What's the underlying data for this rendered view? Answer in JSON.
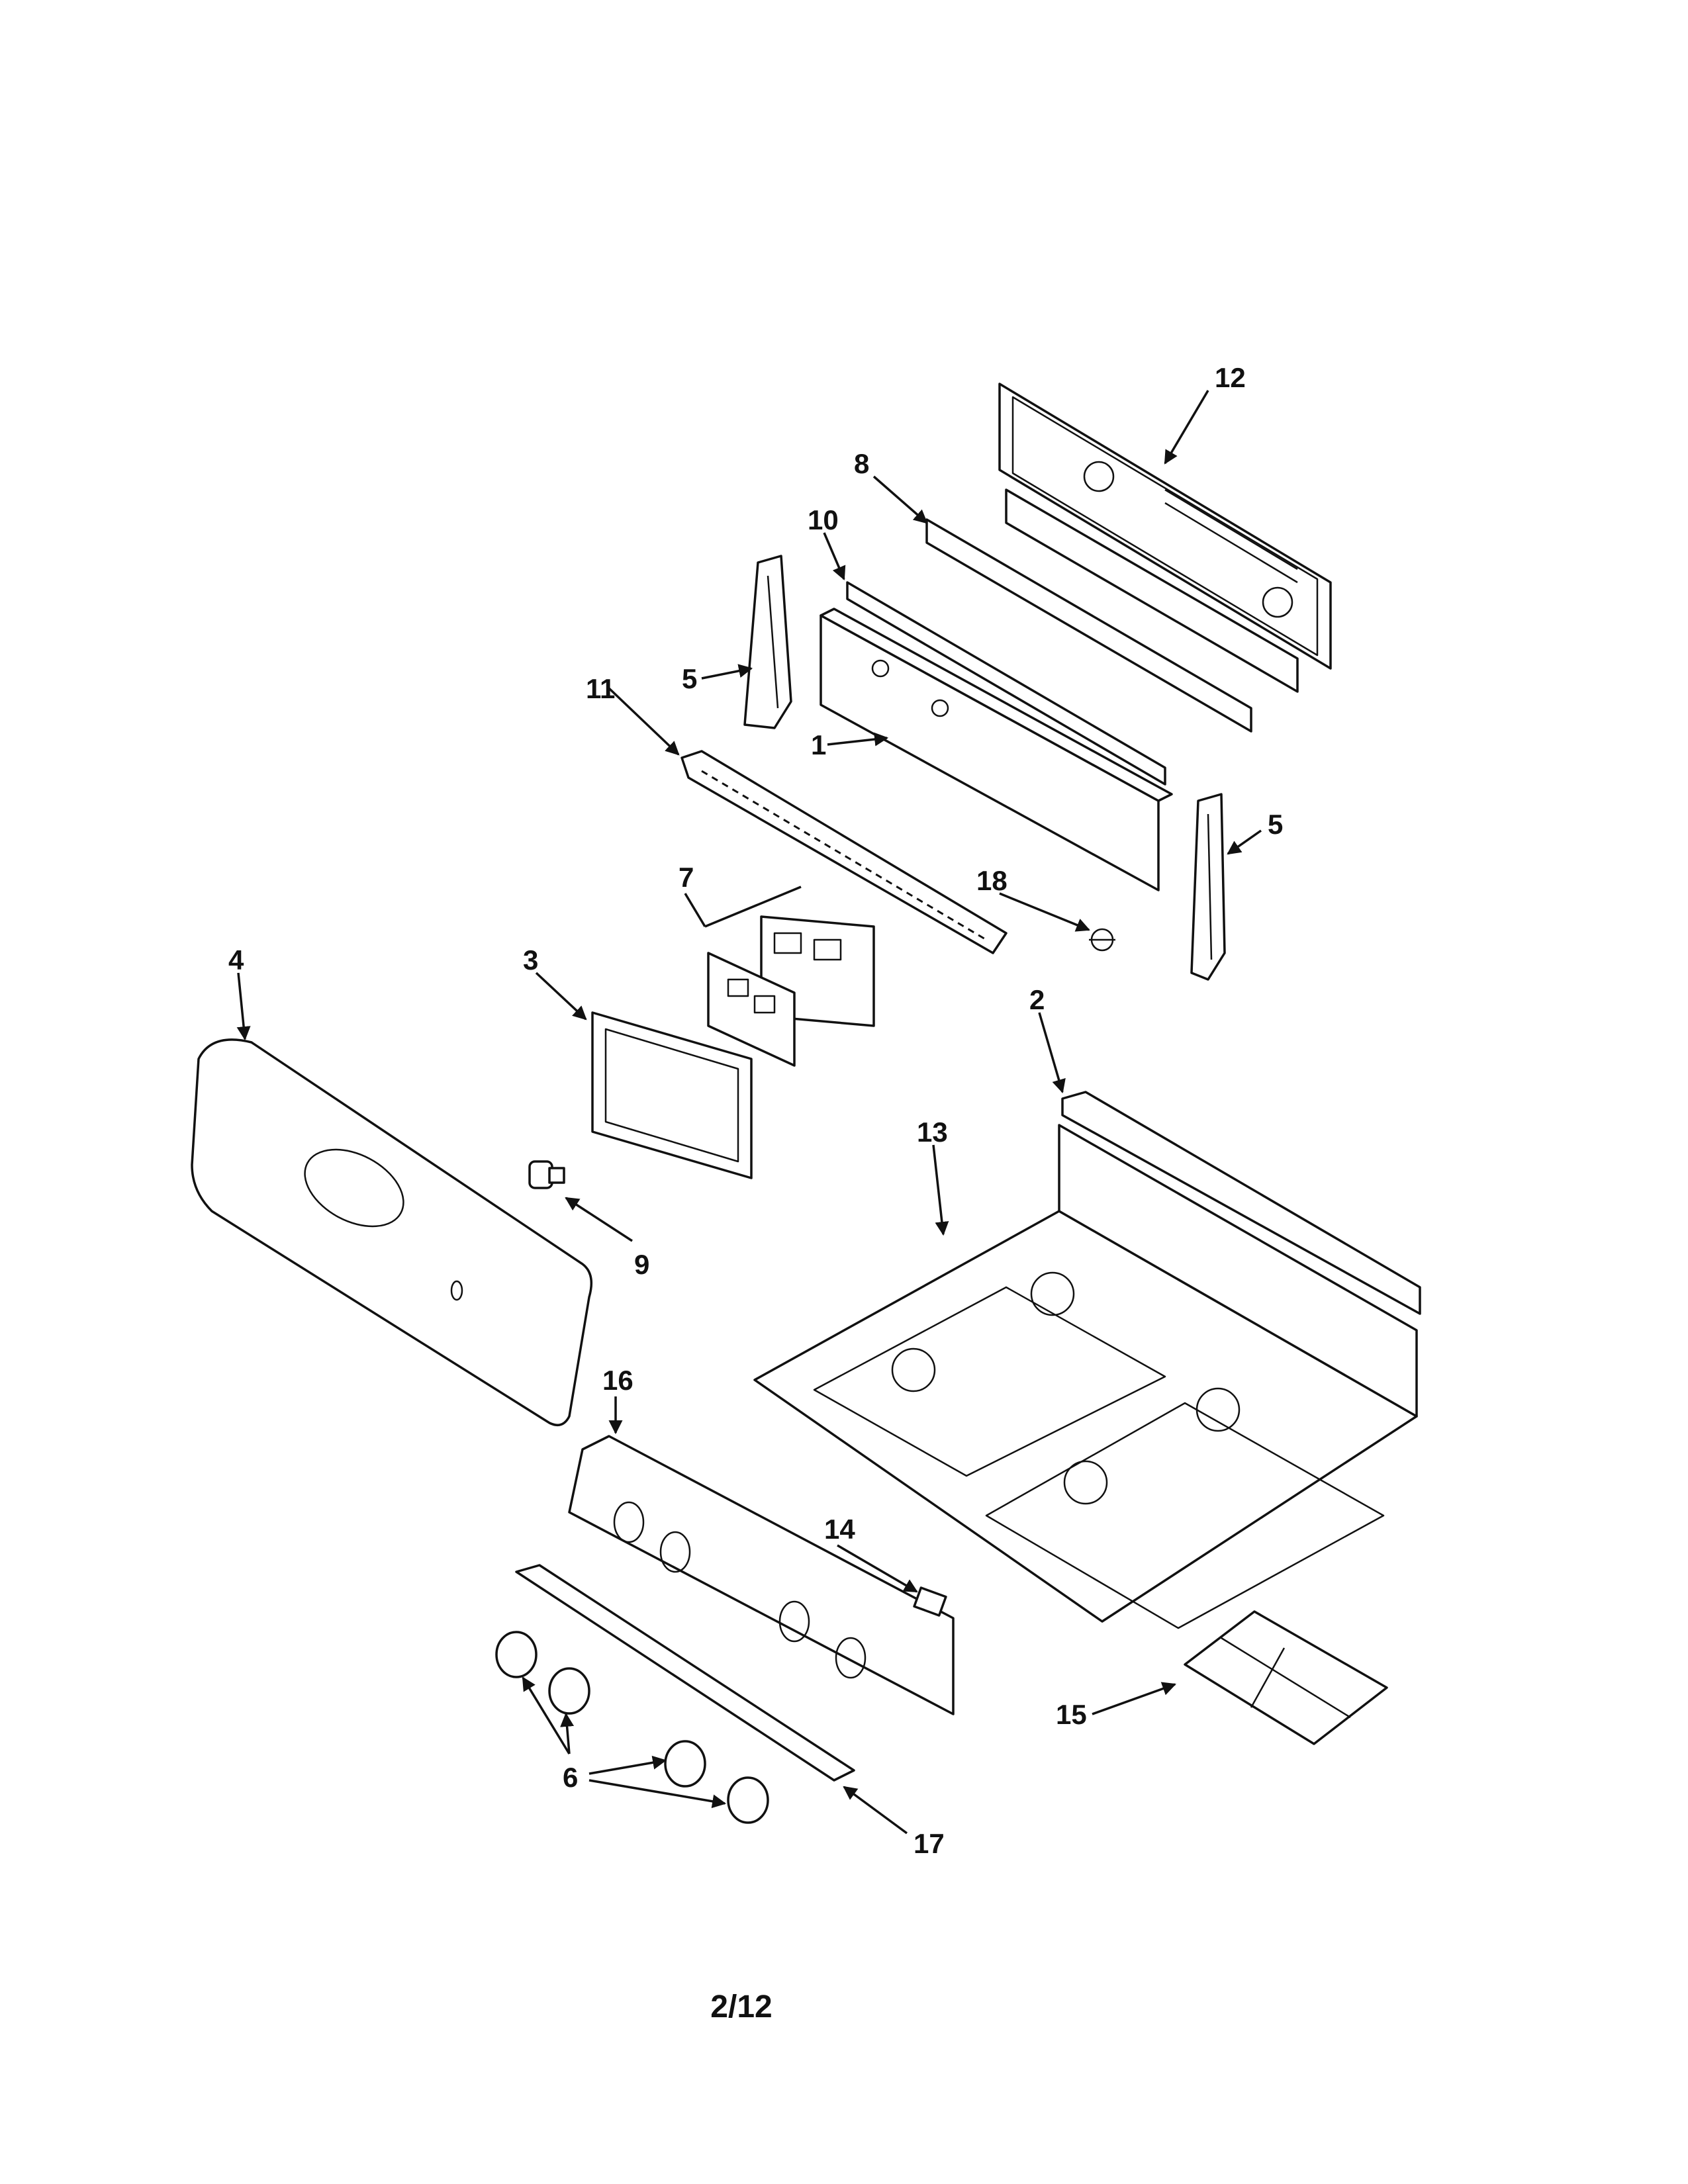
{
  "callouts": {
    "c1": "1",
    "c2": "2",
    "c3": "3",
    "c4": "4",
    "c5a": "5",
    "c5b": "5",
    "c6": "6",
    "c7": "7",
    "c8": "8",
    "c9": "9",
    "c10": "10",
    "c11": "11",
    "c12": "12",
    "c13": "13",
    "c14": "14",
    "c15": "15",
    "c16": "16",
    "c17": "17",
    "c18": "18"
  },
  "page_number": "2/12"
}
